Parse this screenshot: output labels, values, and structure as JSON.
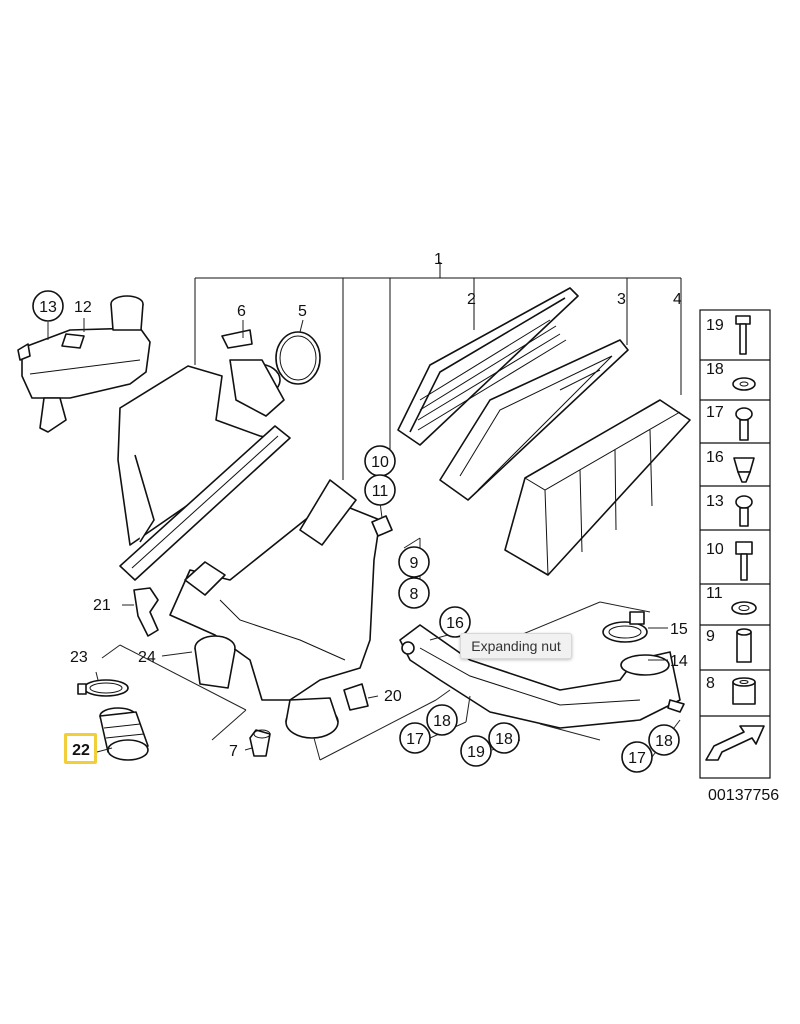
{
  "callouts": {
    "c1": "1",
    "c2": "2",
    "c3": "3",
    "c4": "4",
    "c5": "5",
    "c6": "6",
    "c7": "7",
    "c8": "8",
    "c9": "9",
    "c10": "10",
    "c11": "11",
    "c12": "12",
    "c13": "13",
    "c14": "14",
    "c15": "15",
    "c16": "16",
    "c17a": "17",
    "c17b": "17",
    "c18a": "18",
    "c18b": "18",
    "c18c": "18",
    "c19": "19",
    "c20": "20",
    "c21": "21",
    "c22": "22",
    "c23": "23",
    "c24": "24"
  },
  "sidebar": [
    "19",
    "18",
    "17",
    "16",
    "13",
    "10",
    "11",
    "9",
    "8"
  ],
  "diagram_id": "00137756",
  "tooltip": "Expanding nut",
  "highlight_color": "#f2cf3a"
}
